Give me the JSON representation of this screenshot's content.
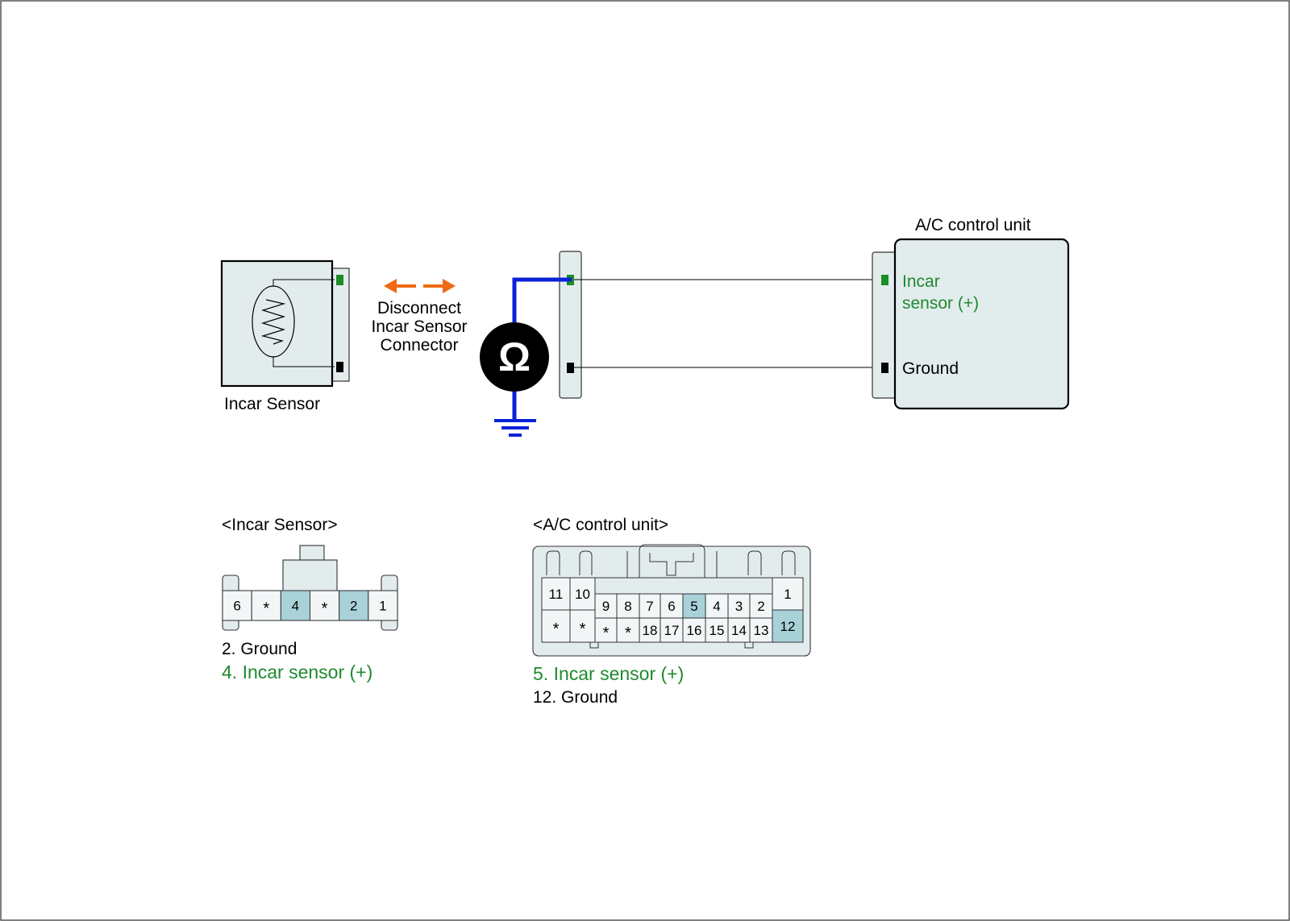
{
  "colors": {
    "signal_wire": "#0a22d6",
    "arrow": "#ef6a14",
    "pin_signal": "#1c8c25",
    "pin_ground": "#000000",
    "highlight_cell": "#a8d1d8",
    "unit_fill": "#e3eced",
    "text_green": "#1e8a2e"
  },
  "diagram": {
    "incar_sensor_label": "Incar Sensor",
    "disconnect_line1": "Disconnect",
    "disconnect_line2": "Incar Sensor",
    "disconnect_line3": "Connector",
    "ohmmeter_symbol": "Ω",
    "unit_title": "A/C control unit",
    "unit_pin_signal_line1": "Incar",
    "unit_pin_signal_line2": "sensor (+)",
    "unit_pin_ground": "Ground",
    "icons": [
      "ohmmeter-icon",
      "ground-symbol-icon",
      "double-arrow-icon",
      "thermistor-icon"
    ]
  },
  "sensor_connector": {
    "title": "<Incar Sensor>",
    "pins": [
      "6",
      "*",
      "4",
      "*",
      "2",
      "1"
    ],
    "highlighted": [
      "4",
      "2"
    ],
    "legend_ground": "2. Ground",
    "legend_signal": "4. Incar sensor (+)"
  },
  "unit_connector": {
    "title": "<A/C control unit>",
    "top_row": [
      "11",
      "10",
      "9",
      "8",
      "7",
      "6",
      "5",
      "4",
      "3",
      "2",
      "1"
    ],
    "bottom_row": [
      "*",
      "*",
      "*",
      "*",
      "18",
      "17",
      "16",
      "15",
      "14",
      "13",
      "12"
    ],
    "highlighted": [
      "5",
      "12"
    ],
    "legend_signal": "5. Incar sensor (+)",
    "legend_ground": "12. Ground"
  }
}
